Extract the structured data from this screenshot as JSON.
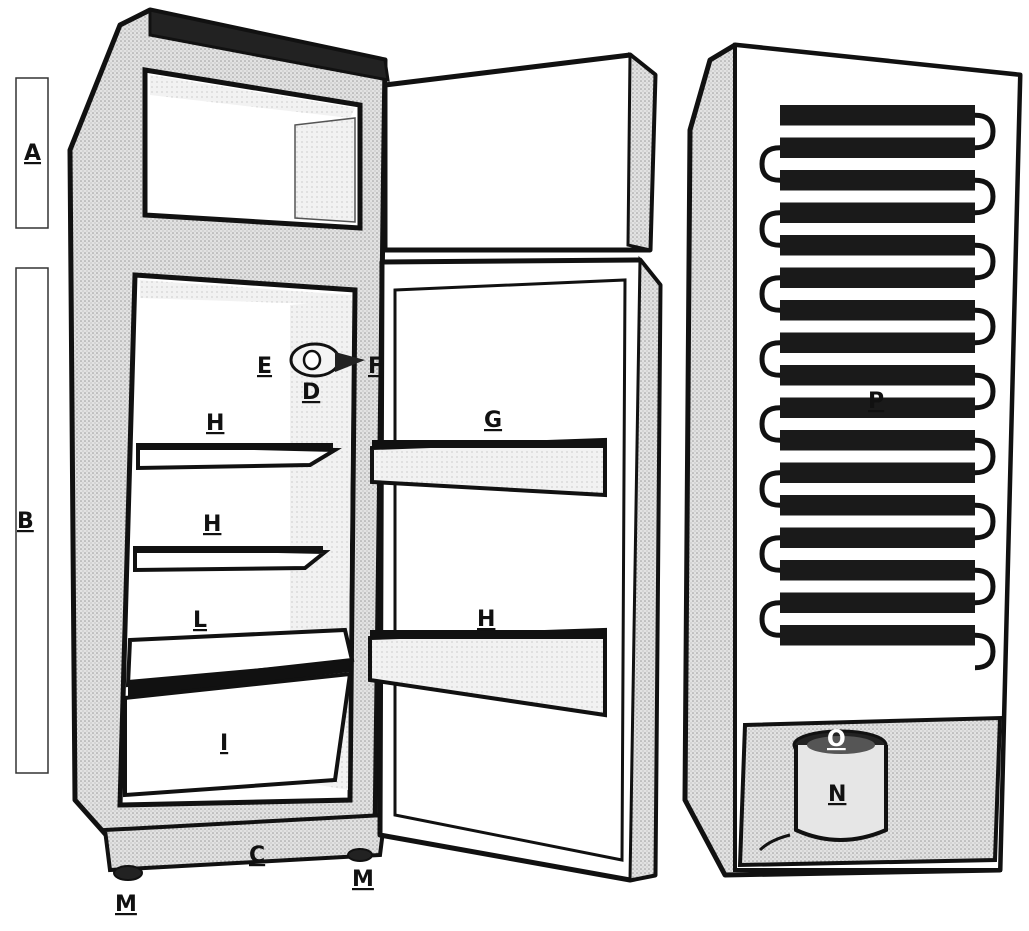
{
  "diagram": {
    "labels": {
      "A": "A",
      "B": "B",
      "C": "C",
      "D": "D",
      "E": "E",
      "F": "F",
      "G": "G",
      "H_top": "H",
      "H_mid": "H",
      "H_door": "H",
      "I": "I",
      "L": "L",
      "M_left": "M",
      "M_right": "M",
      "N": "N",
      "O": "O",
      "P": "P"
    },
    "colors": {
      "ink": "#111111",
      "shade": "#d0d0d0",
      "light": "#ececec",
      "coil": "#1a1a1a"
    }
  }
}
